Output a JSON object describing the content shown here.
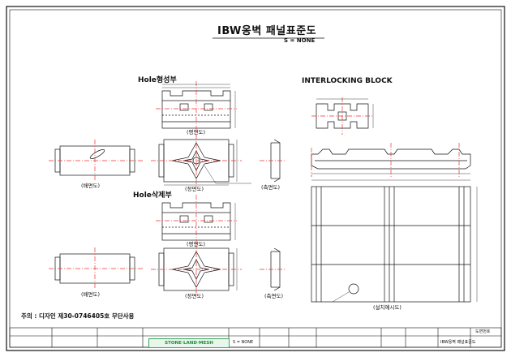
{
  "drawing": {
    "title": "IBW옹벽 패널표준도",
    "scale": "S = NONE",
    "sections": {
      "hole_forming": "Hole형성부",
      "hole_removal": "Hole삭제부",
      "interlocking": "INTERLOCKING BLOCK"
    },
    "view_labels": {
      "plan_upper": "(평면도)",
      "front_upper": "(정면도)",
      "side_upper": "(측면도)",
      "back_upper": "(배면도)",
      "plan_lower": "(평면도)",
      "front_lower": "(정면도)",
      "side_lower": "(측면도)",
      "back_lower": "(배면도)",
      "install": "(설치예시도)"
    },
    "note": "주의 : 디자인 제30-0746405호 무단사용"
  },
  "title_block": {
    "logo_text": "STONE·LAND·MESH",
    "scale_cell": "S = NONE",
    "right_cells": [
      "도면번호",
      "IBW옹벽 패널표준도"
    ]
  }
}
